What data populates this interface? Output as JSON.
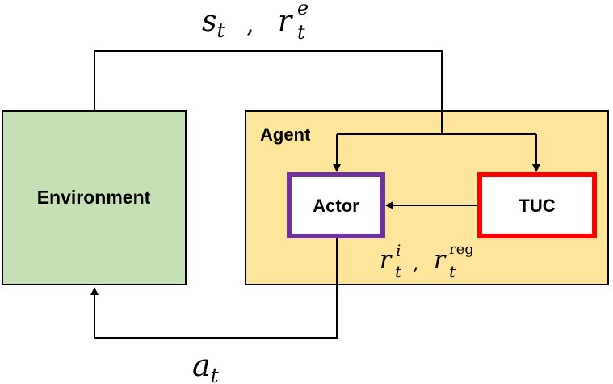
{
  "environment": {
    "label": "Environment",
    "fill": "#c5e0b4",
    "stroke": "#000000"
  },
  "agent": {
    "label": "Agent",
    "fill": "#fde59b",
    "stroke": "#000000"
  },
  "actor": {
    "label": "Actor",
    "fill": "#ffffff",
    "stroke": "#7030a0"
  },
  "tuc": {
    "label": "TUC",
    "fill": "#ffffff",
    "stroke": "#ff0000"
  },
  "signals": {
    "state": {
      "base": "s",
      "sub": "t"
    },
    "sep1": ",",
    "ext_reward": {
      "base": "r",
      "sub": "t",
      "sup": "e"
    },
    "int_reward": {
      "base": "r",
      "sub": "t",
      "sup": "i"
    },
    "sep2": ",",
    "reg_reward": {
      "base": "r",
      "sub": "t",
      "sup": "reg"
    },
    "action": {
      "base": "a",
      "sub": "t"
    }
  }
}
